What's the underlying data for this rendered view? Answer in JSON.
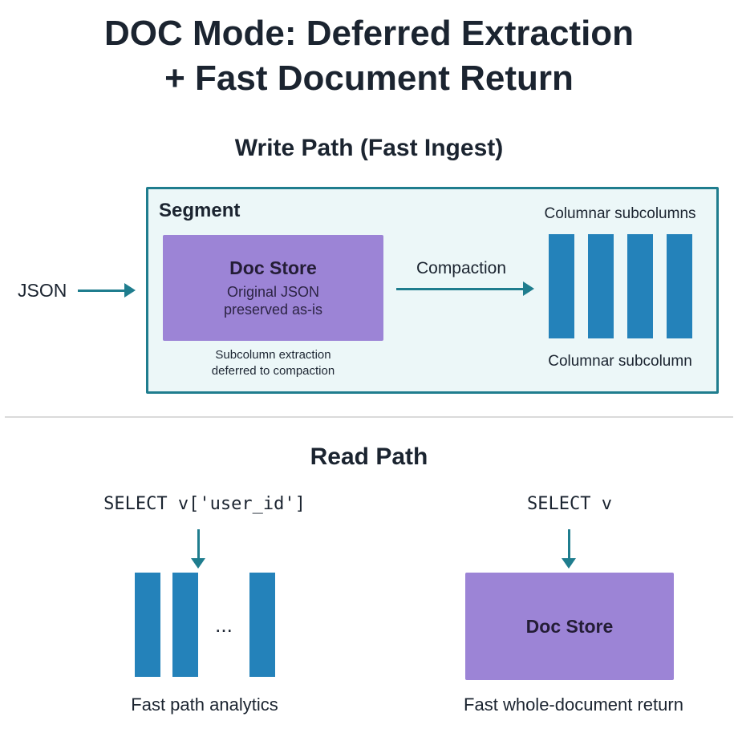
{
  "colors": {
    "teal": "#1f7d8e",
    "purple": "#9c84d6",
    "blue_bar": "#2482ba",
    "segment_background": "#ecf7f8",
    "text_dark": "#1b2430",
    "divider": "#dadada"
  },
  "title": {
    "line1": "DOC Mode: Deferred Extraction",
    "line2": "+ Fast Document Return"
  },
  "write_path": {
    "heading": "Write Path (Fast Ingest)",
    "segment_label": "Segment",
    "json_label": "JSON",
    "doc_store": {
      "title": "Doc Store",
      "sub_line1": "Original JSON",
      "sub_line2": "preserved as-is"
    },
    "note_line1": "Subcolumn extraction",
    "note_line2": "deferred to compaction",
    "compaction_label": "Compaction",
    "columns_top_label": "Columnar subcolumns",
    "columns_bottom_label": "Columnar subcolumn",
    "bar_count": 4
  },
  "read_path": {
    "heading": "Read Path",
    "left": {
      "query": "SELECT v['user_id']",
      "ellipsis": "...",
      "bar_count": 3,
      "caption": "Fast path analytics"
    },
    "right": {
      "query": "SELECT v",
      "box_label": "Doc Store",
      "caption": "Fast whole-document return"
    }
  }
}
